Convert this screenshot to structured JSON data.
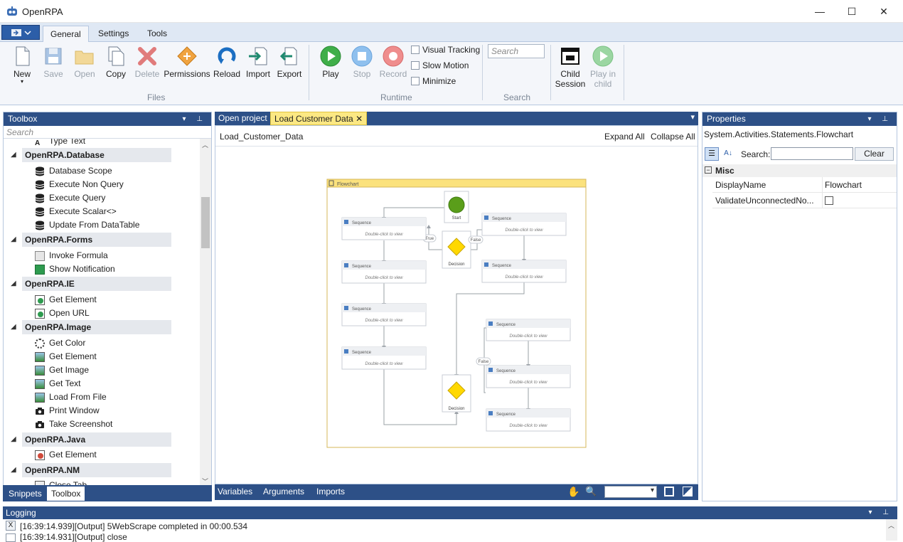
{
  "window": {
    "title": "OpenRPA",
    "minimize": "—",
    "maximize": "☐",
    "close": "✕"
  },
  "ribbon_tabs": [
    {
      "label": "General"
    },
    {
      "label": "Settings"
    },
    {
      "label": "Tools"
    }
  ],
  "ribbon": {
    "files": {
      "new": "New",
      "save": "Save",
      "open": "Open",
      "copy": "Copy",
      "delete": "Delete",
      "permissions": "Permissions",
      "reload": "Reload",
      "import": "Import",
      "export": "Export",
      "group": "Files"
    },
    "runtime": {
      "play": "Play",
      "stop": "Stop",
      "record": "Record",
      "visual_tracking": "Visual Tracking",
      "slow_motion": "Slow Motion",
      "minimize": "Minimize",
      "group": "Runtime"
    },
    "search": {
      "placeholder": "Search",
      "group": "Search"
    },
    "child": {
      "child_session_1": "Child",
      "child_session_2": "Session",
      "play_child_1": "Play in",
      "play_child_2": "child"
    }
  },
  "toolbox": {
    "title": "Toolbox",
    "search_placeholder": "Search",
    "partial_top": "Type Text",
    "categories": [
      {
        "name": "OpenRPA.Database",
        "items": [
          "Database Scope",
          "Execute Non Query",
          "Execute Query",
          "Execute Scalar<>",
          "Update From DataTable"
        ]
      },
      {
        "name": "OpenRPA.Forms",
        "items": [
          "Invoke Formula",
          "Show Notification"
        ]
      },
      {
        "name": "OpenRPA.IE",
        "items": [
          "Get Element",
          "Open URL"
        ]
      },
      {
        "name": "OpenRPA.Image",
        "items": [
          "Get Color",
          "Get Element",
          "Get Image",
          "Get Text",
          "Load From File",
          "Print Window",
          "Take Screenshot"
        ]
      },
      {
        "name": "OpenRPA.Java",
        "items": [
          "Get Element"
        ]
      },
      {
        "name": "OpenRPA.NM",
        "items": [
          "Close Tab"
        ]
      }
    ],
    "bottom_tabs": [
      "Snippets",
      "Toolbox"
    ]
  },
  "designer": {
    "tabs": [
      "Open project",
      "Load Customer Data"
    ],
    "close_glyph": "✕",
    "breadcrumb": "Load_Customer_Data",
    "expand_all": "Expand All",
    "collapse_all": "Collapse All",
    "bottom": {
      "variables": "Variables",
      "arguments": "Arguments",
      "imports": "Imports"
    },
    "flowchart": {
      "title": "Flowchart",
      "start": "Start",
      "decision": "Decision",
      "sequence": "Sequence",
      "hint": "Double-click to view",
      "true_label": "True",
      "false_label": "False"
    }
  },
  "properties": {
    "title": "Properties",
    "type": "System.Activities.Statements.Flowchart",
    "search_label": "Search:",
    "clear": "Clear",
    "category": "Misc",
    "rows": [
      {
        "name": "DisplayName",
        "value": "Flowchart"
      },
      {
        "name": "ValidateUnconnectedNo...",
        "value": ""
      }
    ]
  },
  "logging": {
    "title": "Logging",
    "lines": [
      "[16:39:14.939][Output] 5WebScrape completed in 00:00.534",
      "[16:39:14.931][Output] close"
    ]
  },
  "colors": {
    "panel_header": "#2d5087",
    "active_tab": "#fce883",
    "ribbon_bg": "#f4f6fa"
  }
}
